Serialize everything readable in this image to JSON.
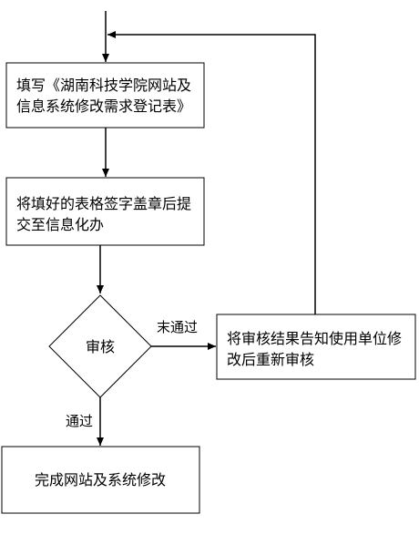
{
  "flowchart": {
    "step_fill_form": {
      "line1": "填写《湖南科技学院网站及",
      "line2": "信息系统修改需求登记表》"
    },
    "step_submit": {
      "line1": "将填好的表格签字盖章后提",
      "line2": "交至信息化办"
    },
    "decision_review": {
      "label": "审核"
    },
    "step_notify": {
      "line1": "将审核结果告知使用单位修",
      "line2": "改后重新审核"
    },
    "step_complete": {
      "label": "完成网站及系统修改"
    },
    "edges": {
      "not_passed_label": "末通过",
      "passed_label": "通过"
    }
  }
}
